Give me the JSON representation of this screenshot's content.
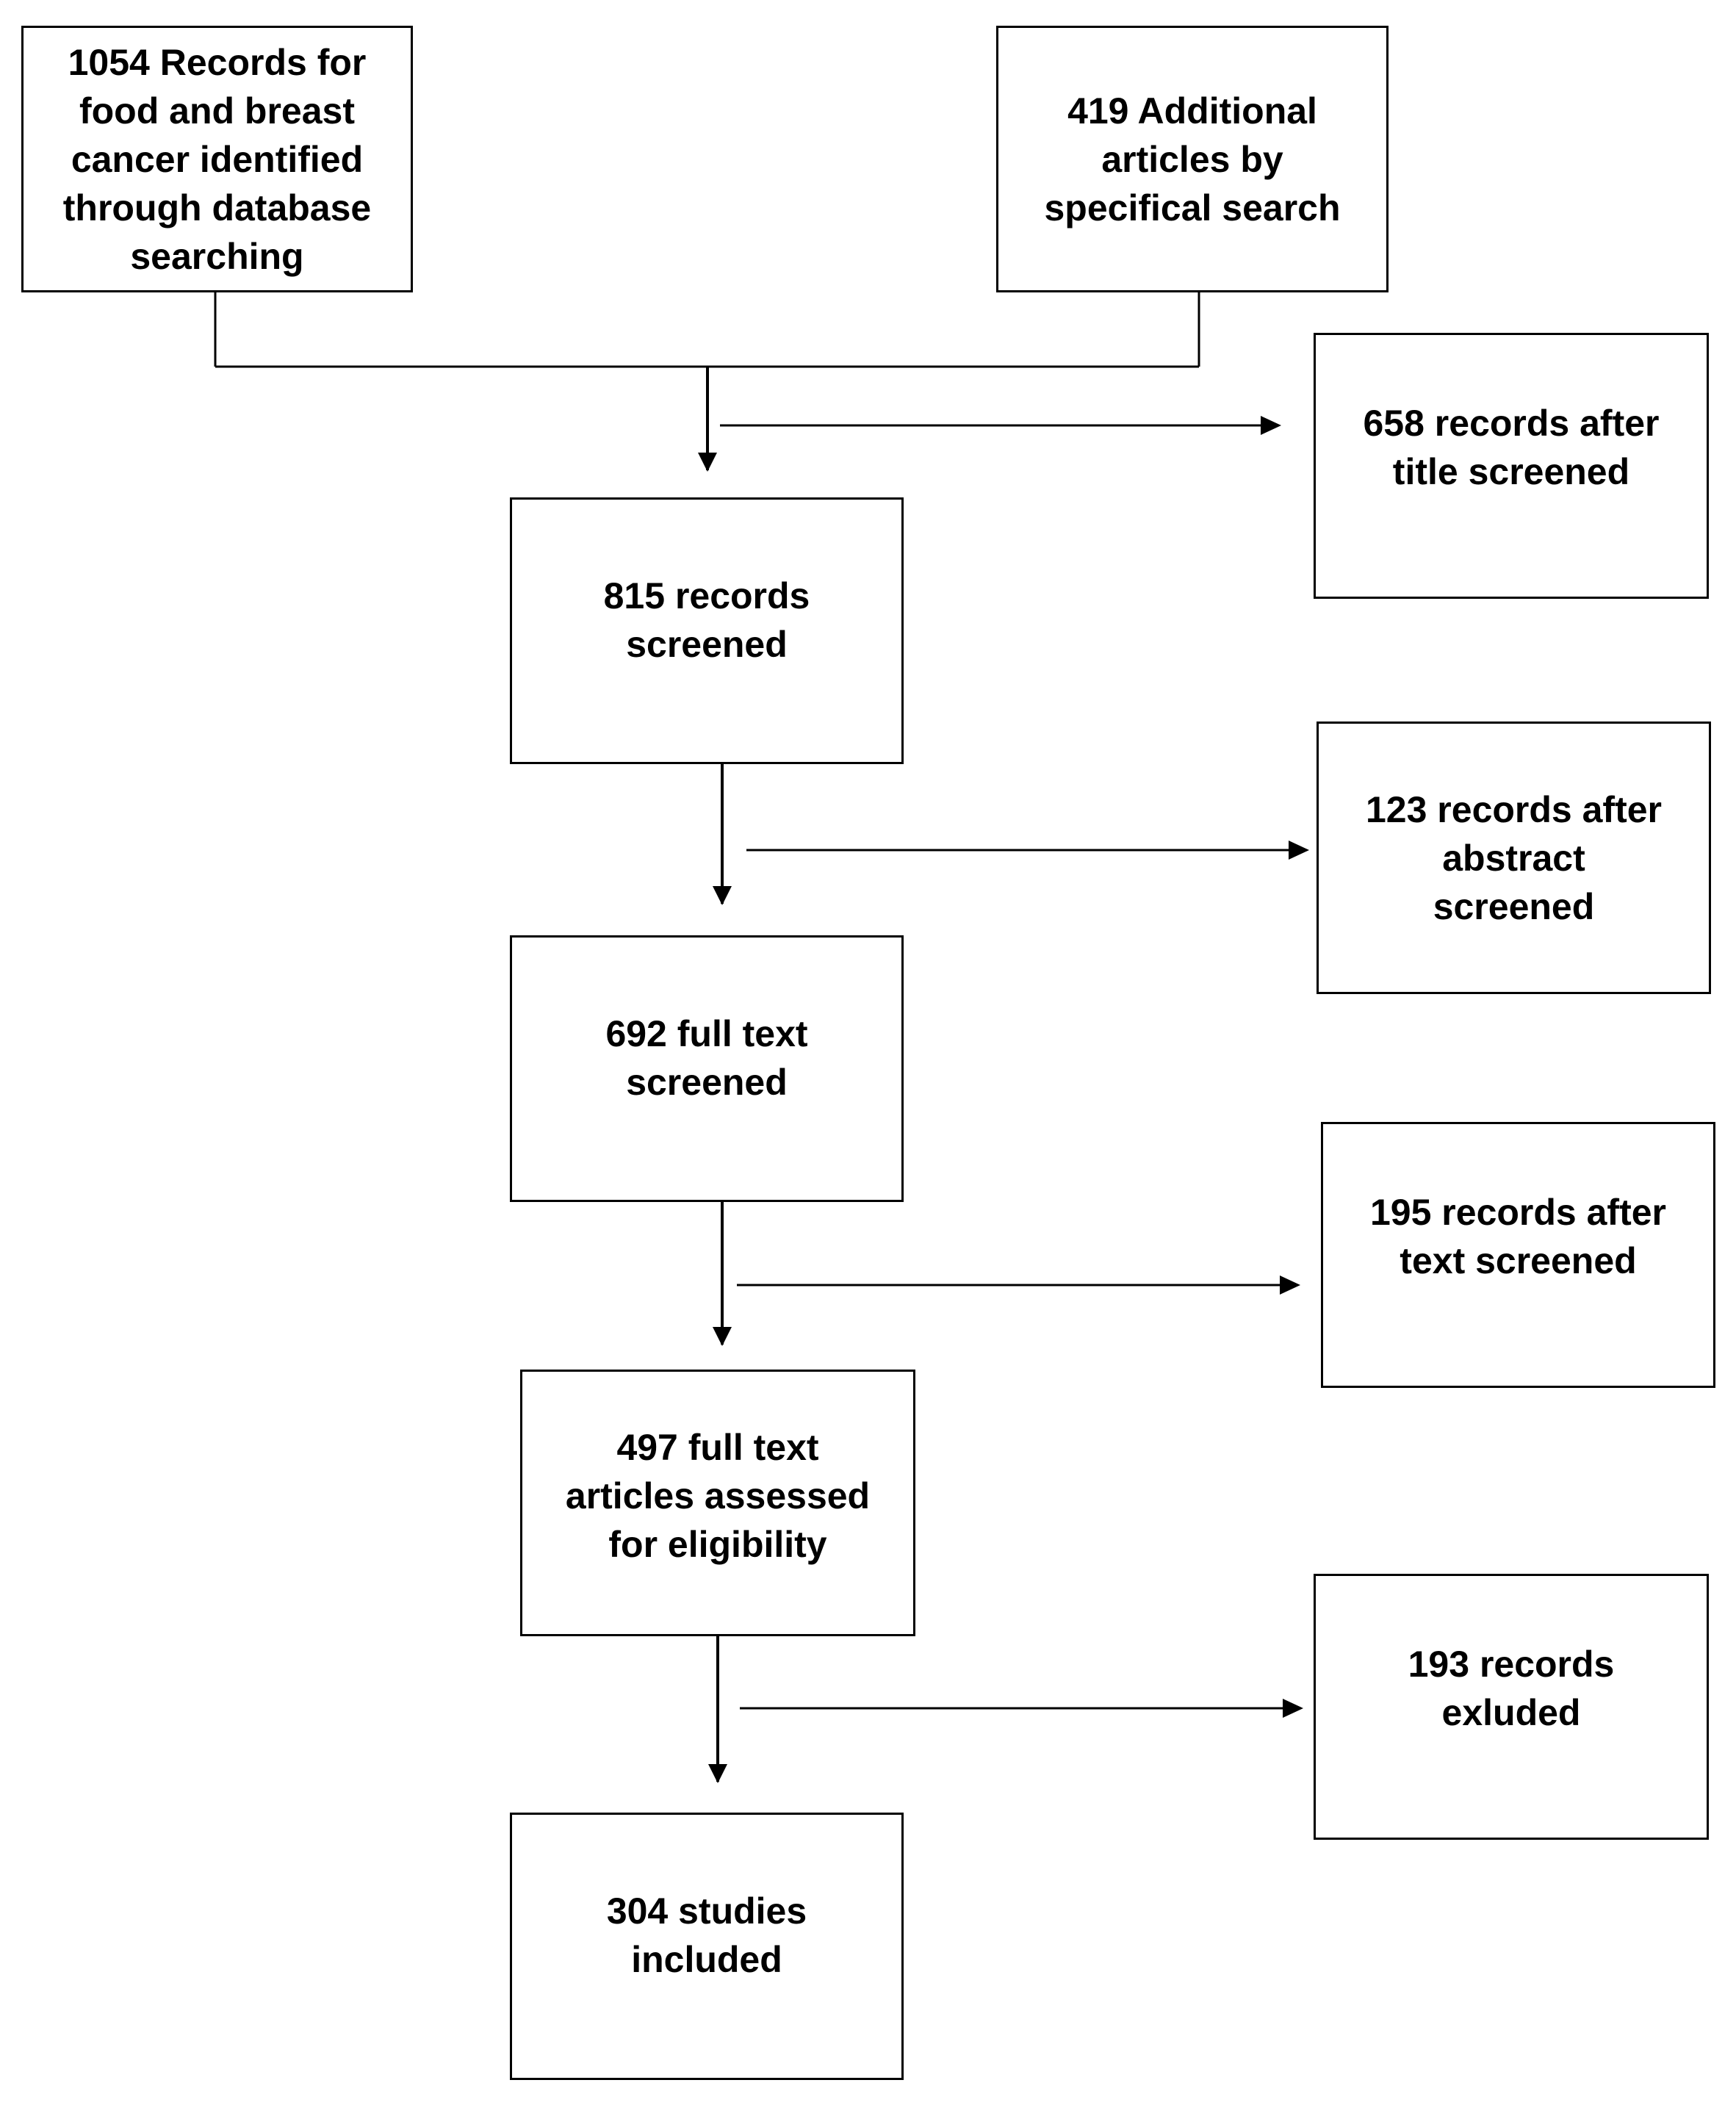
{
  "flow": {
    "records_db": "1054 Records for\nfood and breast\ncancer identified\nthrough database\nsearching",
    "additional": "419 Additional\narticles by\nspecifical search",
    "screened": "815 records\nscreened",
    "title_excluded": "658 records after\ntitle screened",
    "fulltext": "692 full text\nscreened",
    "abstract_excluded": "123 records after\nabstract\nscreened",
    "eligible": "497 full text\narticles assessed\nfor eligibility",
    "text_excluded": "195 records after\ntext screened",
    "included": "304 studies\nincluded",
    "excluded": "193 records\nexluded"
  },
  "colors": {
    "line": "#000000",
    "box_border": "#000000",
    "background": "#ffffff"
  }
}
